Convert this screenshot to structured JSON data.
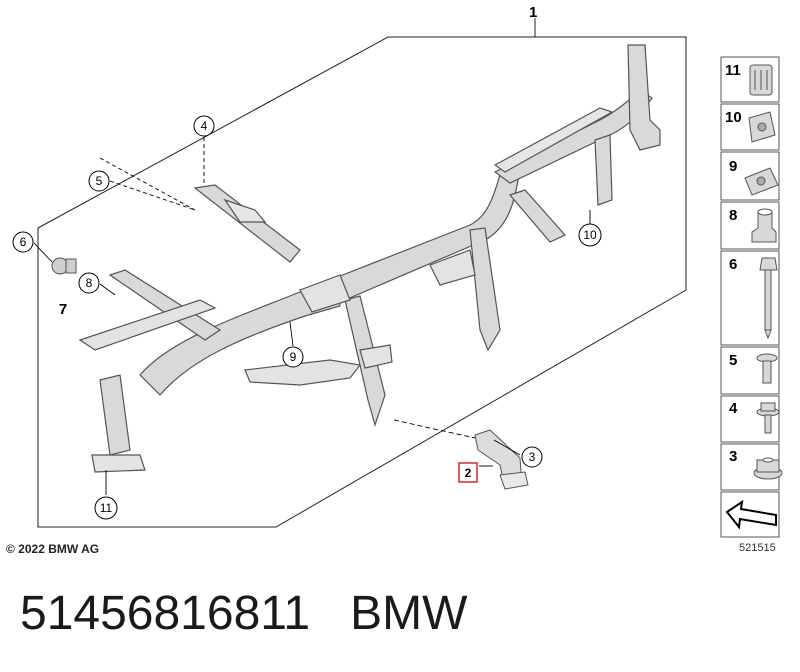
{
  "diagram": {
    "main_label": "1",
    "callouts": {
      "c2": "2",
      "c3": "3",
      "c4": "4",
      "c5": "5",
      "c6": "6",
      "c7": "7",
      "c8": "8",
      "c9": "9",
      "c10": "10",
      "c11": "11"
    },
    "highlighted_callout": "2",
    "highlight_color": "#d12b2b"
  },
  "sidebar": {
    "items": [
      {
        "number": "11",
        "icon": "clip-nut-icon"
      },
      {
        "number": "10",
        "icon": "clip-nut-icon"
      },
      {
        "number": "9",
        "icon": "clip-nut-icon"
      },
      {
        "number": "8",
        "icon": "bushing-icon"
      },
      {
        "number": "6",
        "icon": "long-screw-icon"
      },
      {
        "number": "5",
        "icon": "short-screw-icon"
      },
      {
        "number": "4",
        "icon": "flange-bolt-icon"
      },
      {
        "number": "3",
        "icon": "flange-nut-icon"
      }
    ],
    "arrow_icon": "forward-arrow-icon"
  },
  "copyright": "© 2022 BMW AG",
  "diagram_id": "521515",
  "part_number": "51456816811",
  "brand": "BMW"
}
